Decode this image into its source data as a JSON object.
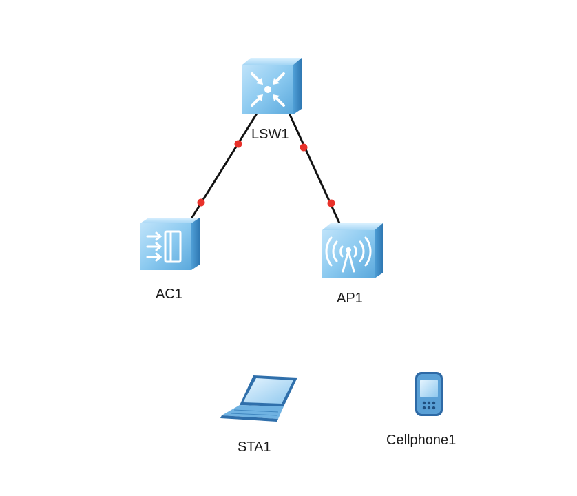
{
  "topology": {
    "devices": [
      {
        "id": "lsw1",
        "type": "switch",
        "label": "LSW1",
        "icon": "switch-icon"
      },
      {
        "id": "ac1",
        "type": "access-controller",
        "label": "AC1",
        "icon": "access-controller-icon"
      },
      {
        "id": "ap1",
        "type": "access-point",
        "label": "AP1",
        "icon": "access-point-icon"
      },
      {
        "id": "sta1",
        "type": "laptop",
        "label": "STA1",
        "icon": "laptop-icon"
      },
      {
        "id": "cellphone1",
        "type": "cellphone",
        "label": "Cellphone1",
        "icon": "cellphone-icon"
      }
    ],
    "links": [
      {
        "from": "lsw1",
        "to": "ac1"
      },
      {
        "from": "lsw1",
        "to": "ap1"
      }
    ]
  },
  "colors": {
    "device_face": "#8ec9ef",
    "device_side": "#5aa8dc",
    "device_dark": "#3f86bf",
    "link": "#111111",
    "port_dot": "#e8312a"
  }
}
